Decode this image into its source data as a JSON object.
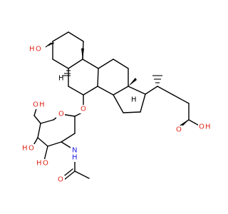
{
  "atoms": {
    "ho_top": {
      "h": "H",
      "o": "O"
    },
    "h_5": "H",
    "me_10": "",
    "me_13": "",
    "h_13": "H",
    "o_glyc": "O",
    "o_ring": "O",
    "oh_6": {
      "o": "O",
      "h": "H"
    },
    "ho_4": {
      "h": "H",
      "o": "O"
    },
    "ho_3": {
      "h": "H",
      "o": "O"
    },
    "nh": {
      "n": "N",
      "h": "H"
    },
    "amide_o": "O",
    "acid_o": "O",
    "acid_oh": {
      "o": "O",
      "h": "H"
    }
  },
  "colors": {
    "carbon": "#000000",
    "oxygen": "#e0261b",
    "nitrogen": "#2323e6"
  }
}
